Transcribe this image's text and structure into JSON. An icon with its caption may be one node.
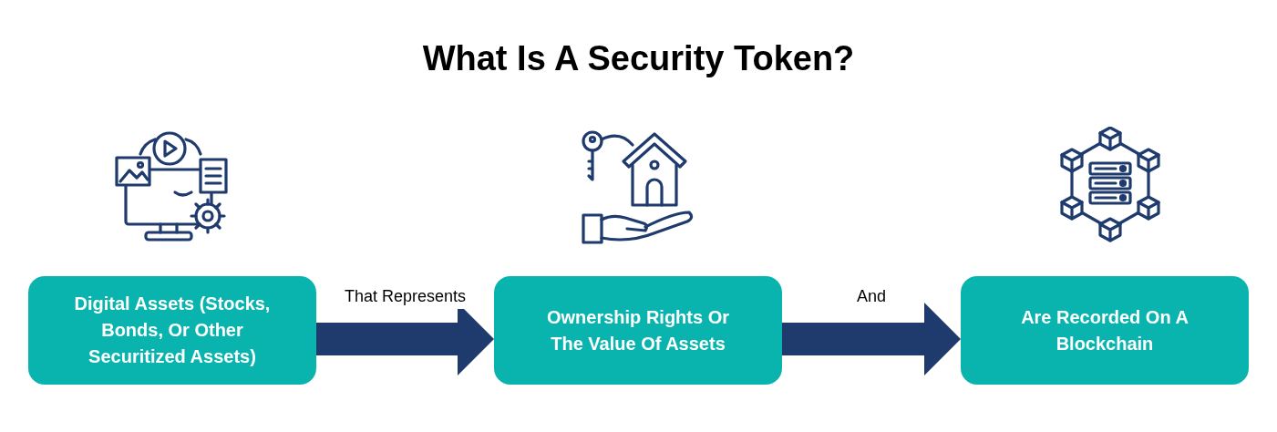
{
  "diagram": {
    "title": "What Is A Security Token?",
    "nodes": [
      {
        "text": [
          "Digital Assets (Stocks, Bonds, Or Other Securitized Assets)"
        ]
      },
      {
        "text": [
          "Ownership Rights Or The Value Of Assets"
        ]
      },
      {
        "text": [
          "Are Recorded On A Blockchain"
        ]
      }
    ],
    "edges": [
      {
        "from": 0,
        "to": 1,
        "arrow": "to",
        "label": "That Represents",
        "style": "thick"
      },
      {
        "from": 1,
        "to": 2,
        "arrow": "to",
        "label": "And",
        "style": "thick"
      }
    ]
  }
}
